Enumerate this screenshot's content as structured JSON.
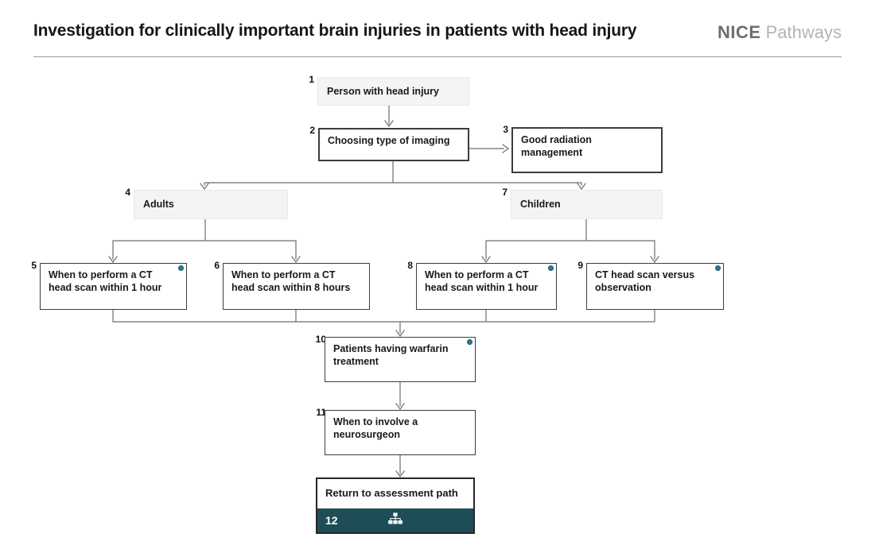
{
  "header": {
    "title": "Investigation for clinically important brain injuries in patients with head injury",
    "brand": {
      "primary": "NICE",
      "secondary": "Pathways"
    }
  },
  "colors": {
    "teal_bar": "#1d4e57",
    "info_dot": "#2c7c8c",
    "info_dot_ring": "#1a5a66",
    "connector_line": "#6e6e6e",
    "header_box_bg": "#f4f4f3"
  },
  "flowchart": {
    "nodes": [
      {
        "id": "person-with-head-injury",
        "number": "1",
        "label": "Person with head injury",
        "style": "header",
        "has_info_dot": false
      },
      {
        "id": "choosing-type-of-imaging",
        "number": "2",
        "label": "Choosing type of imaging",
        "style": "strong",
        "has_info_dot": false
      },
      {
        "id": "good-radiation-management",
        "number": "3",
        "label": "Good radiation management",
        "style": "strong",
        "has_info_dot": false
      },
      {
        "id": "adults",
        "number": "4",
        "label": "Adults",
        "style": "header",
        "has_info_dot": false
      },
      {
        "id": "ct-head-scan-within-1-hour-adults",
        "number": "5",
        "label": "When to perform a CT head scan within 1 hour",
        "style": "topic",
        "has_info_dot": true
      },
      {
        "id": "ct-head-scan-within-8-hours",
        "number": "6",
        "label": "When to perform a CT head scan within 8 hours",
        "style": "topic",
        "has_info_dot": false
      },
      {
        "id": "children",
        "number": "7",
        "label": "Children",
        "style": "header",
        "has_info_dot": false
      },
      {
        "id": "ct-head-scan-within-1-hour-children",
        "number": "8",
        "label": "When to perform a CT head scan within 1 hour",
        "style": "topic",
        "has_info_dot": true
      },
      {
        "id": "ct-head-scan-versus-observation",
        "number": "9",
        "label": "CT head scan versus observation",
        "style": "topic",
        "has_info_dot": true
      },
      {
        "id": "patients-having-warfarin-treatment",
        "number": "10",
        "label": "Patients having warfarin treatment",
        "style": "topic",
        "has_info_dot": true
      },
      {
        "id": "when-to-involve-a-neurosurgeon",
        "number": "11",
        "label": "When to involve a neurosurgeon",
        "style": "topic",
        "has_info_dot": false
      },
      {
        "id": "return-to-assessment-path",
        "number": "12",
        "label": "Return to assessment path",
        "style": "return",
        "has_info_dot": false
      }
    ]
  }
}
